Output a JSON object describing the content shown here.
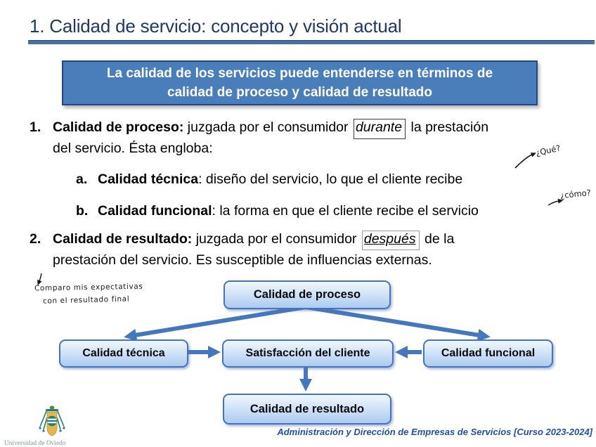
{
  "slide": {
    "title": "1. Calidad de servicio: concepto y visión actual",
    "statement": {
      "line1": "La calidad de los servicios puede entenderse en términos de",
      "line2": "calidad de proceso y calidad de resultado"
    },
    "items": {
      "item1": {
        "num": "1.",
        "lead": "Calidad de proceso:",
        "pre": " juzgada por el consumidor ",
        "highlight": "durante",
        "line1_end": " la prestación",
        "line2": "del servicio. Ésta engloba:"
      },
      "item1a": {
        "num": "a.",
        "lead": "Calidad técnica",
        "text": ": diseño del servicio, lo que el cliente recibe"
      },
      "item1b": {
        "num": "b.",
        "lead": "Calidad funcional",
        "text": ": la forma en que el cliente recibe el servicio"
      },
      "item2": {
        "num": "2.",
        "lead": "Calidad de resultado:",
        "pre": " juzgada por el consumidor ",
        "highlight": "después",
        "line1_end": " de la",
        "line2": "prestación del servicio. Es susceptible de influencias externas."
      }
    },
    "annotations": {
      "que": "¿Qué?",
      "como": "¿cómo?",
      "compare_line1": "Comparo mis expectativas",
      "compare_line2": "con el resultado final"
    },
    "diagram": {
      "process": "Calidad de proceso",
      "technical": "Calidad técnica",
      "satisfaction": "Satisfacción del cliente",
      "functional": "Calidad funcional",
      "result": "Calidad de resultado"
    },
    "footer": "Administración y Dirección de Empresas de Servicios [Curso 2023-2024]",
    "logo_caption": "Universidad de Oviedo",
    "colors": {
      "title_navy": "#1F3864",
      "rule_blue": "#48719F",
      "statement_bg": "#4A7EBB",
      "statement_border": "#25477E",
      "diagram_border": "#4472C4",
      "diagram_fill_top": "#F1F7FD",
      "diagram_fill_bottom": "#ACCBEF",
      "arrow_blue": "#4477BE",
      "footer_blue": "#2050A0",
      "logo_teal": "#1F7E78",
      "logo_gold": "#E3B64E"
    }
  }
}
